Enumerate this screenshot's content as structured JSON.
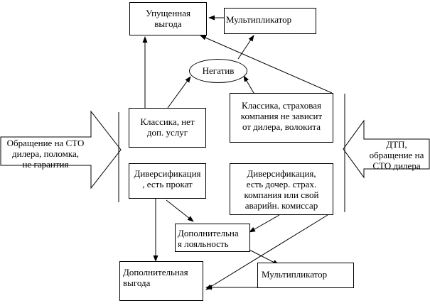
{
  "nodes": {
    "lost_profit": "Упущенная\nвыгода",
    "multiplier_top": "Мультипликатор",
    "negative": "Негатив",
    "classic_no_services": "Классика, нет\nдоп. услуг",
    "classic_insurance": "Классика, страховая\nкомпания не зависит\nот дилера, волокита",
    "diversification_rental": "Диверсификация\n, есть прокат",
    "diversification_subsidiary": "Диверсификация,\nесть дочер. страх.\nкомпания или свой\nаварийн. комиссар",
    "additional_loyalty": "Дополнительна\nя лояльность",
    "additional_profit": "Дополнительная\nвыгода",
    "multiplier_bottom": "Мультипликатор"
  },
  "inputs": {
    "left": "Обращение на СТО\nдилера, поломка,\nне гарантия",
    "right": "ДТП,\nобращение на\nСТО дилера"
  }
}
